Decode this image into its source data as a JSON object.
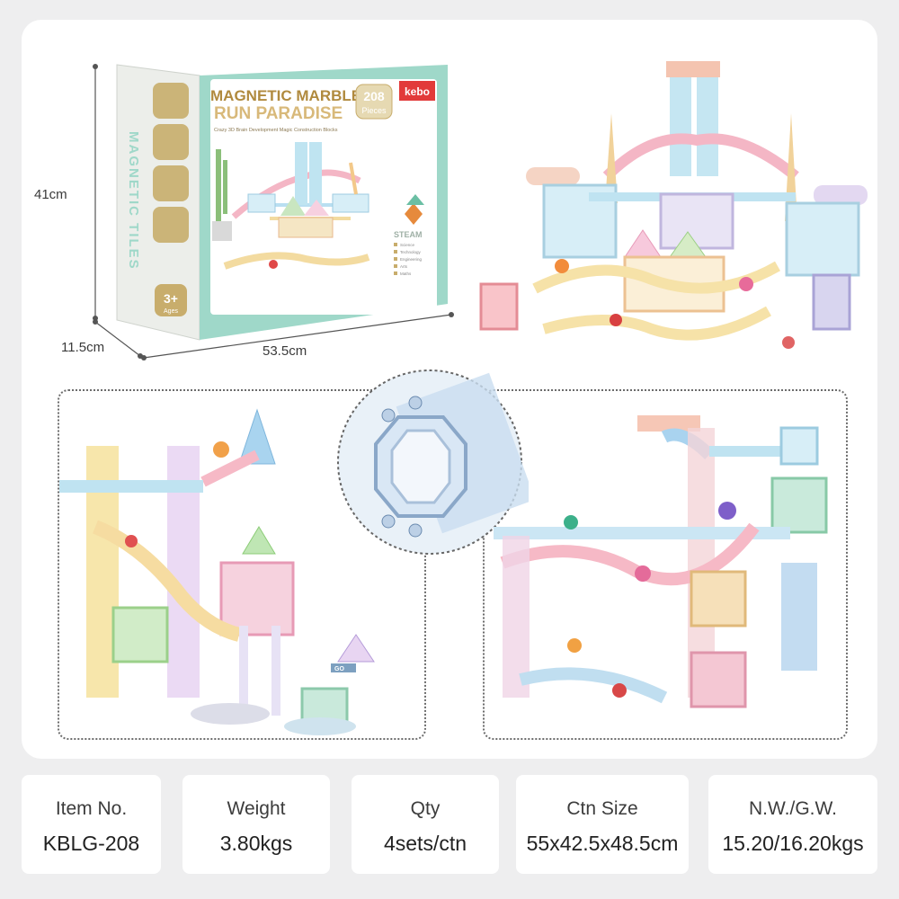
{
  "dimensions": {
    "height": "41cm",
    "depth": "11.5cm",
    "width": "53.5cm"
  },
  "box": {
    "title_line1": "MAGNETIC MARBLE",
    "title_line2": "RUN PARADISE",
    "subtitle": "Crazy 3D Brain Development Magic Construction Blocks",
    "brand": "kebo",
    "badge_number": "208",
    "badge_word": "Pieces",
    "side_text": "MAGNETIC TILES",
    "steam_label": "STEAM",
    "steam_items": [
      "Science",
      "Technology",
      "Engineering",
      "Arts",
      "Maths"
    ],
    "age_number": "3+",
    "age_word": "Ages"
  },
  "callouts": {
    "sign_text": "GO"
  },
  "colors": {
    "page_bg": "#eeeeef",
    "card_bg": "#ffffff",
    "box_teal": "#9fd8c9",
    "box_gold": "#c8ad6c",
    "title_gold": "#b08a3e"
  },
  "specs": [
    {
      "label": "Item No.",
      "value": "KBLG-208"
    },
    {
      "label": "Weight",
      "value": "3.80kgs"
    },
    {
      "label": "Qty",
      "value": "4sets/ctn"
    },
    {
      "label": "Ctn Size",
      "value": "55x42.5x48.5cm"
    },
    {
      "label": "N.W./G.W.",
      "value": "15.20/16.20kgs"
    }
  ]
}
